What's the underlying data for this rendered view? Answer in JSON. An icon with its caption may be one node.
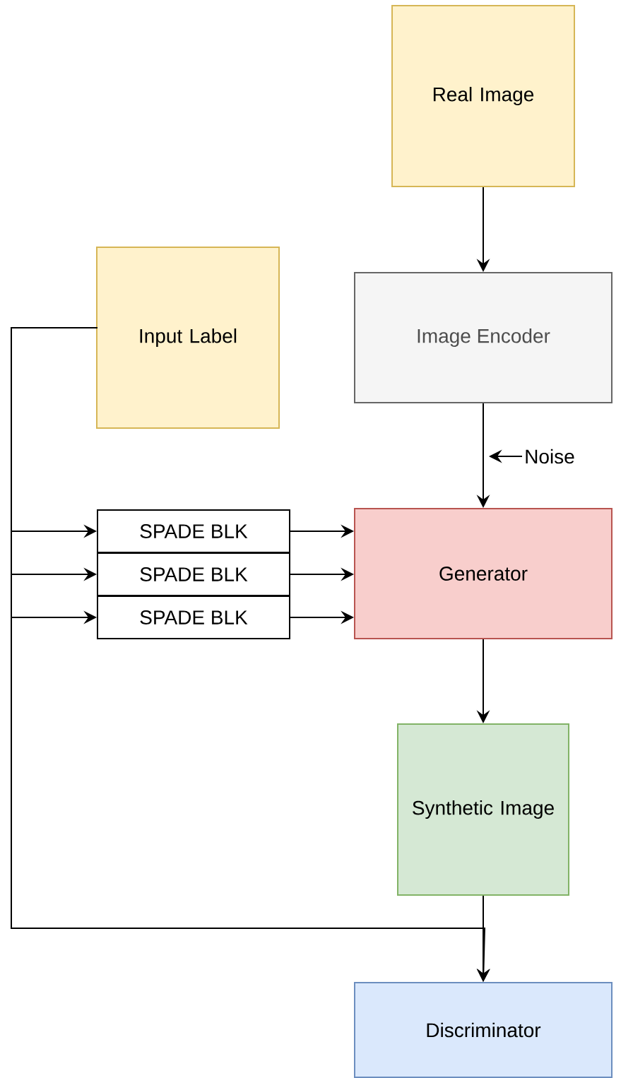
{
  "diagram": {
    "nodes": [
      {
        "text": [
          "Real Image"
        ]
      },
      {
        "text": [
          "Image Encoder"
        ]
      },
      {
        "text": [
          "Input Label"
        ]
      },
      {
        "text": [
          "Noise"
        ]
      },
      {
        "text": [
          "Generator"
        ]
      },
      {
        "text": [
          "SPADE BLK"
        ]
      },
      {
        "text": [
          "SPADE BLK"
        ]
      },
      {
        "text": [
          "SPADE BLK"
        ]
      },
      {
        "text": [
          "Synthetic Image"
        ]
      },
      {
        "text": [
          "Discriminator"
        ]
      }
    ],
    "edges": [
      {
        "from": 0,
        "to": 1,
        "arrow": "to"
      },
      {
        "from": 1,
        "to": 4,
        "arrow": "to"
      },
      {
        "from": 3,
        "to": null,
        "arrow": "to"
      },
      {
        "from": 2,
        "to": 5,
        "arrow": "to"
      },
      {
        "from": 2,
        "to": 6,
        "arrow": "to"
      },
      {
        "from": 2,
        "to": 7,
        "arrow": "to"
      },
      {
        "from": 5,
        "to": 4,
        "arrow": "to"
      },
      {
        "from": 6,
        "to": 4,
        "arrow": "to"
      },
      {
        "from": 7,
        "to": 4,
        "arrow": "to"
      },
      {
        "from": 4,
        "to": 8,
        "arrow": "to"
      },
      {
        "from": 8,
        "to": 9,
        "arrow": "to"
      },
      {
        "from": 2,
        "to": 9,
        "arrow": "to"
      }
    ]
  }
}
